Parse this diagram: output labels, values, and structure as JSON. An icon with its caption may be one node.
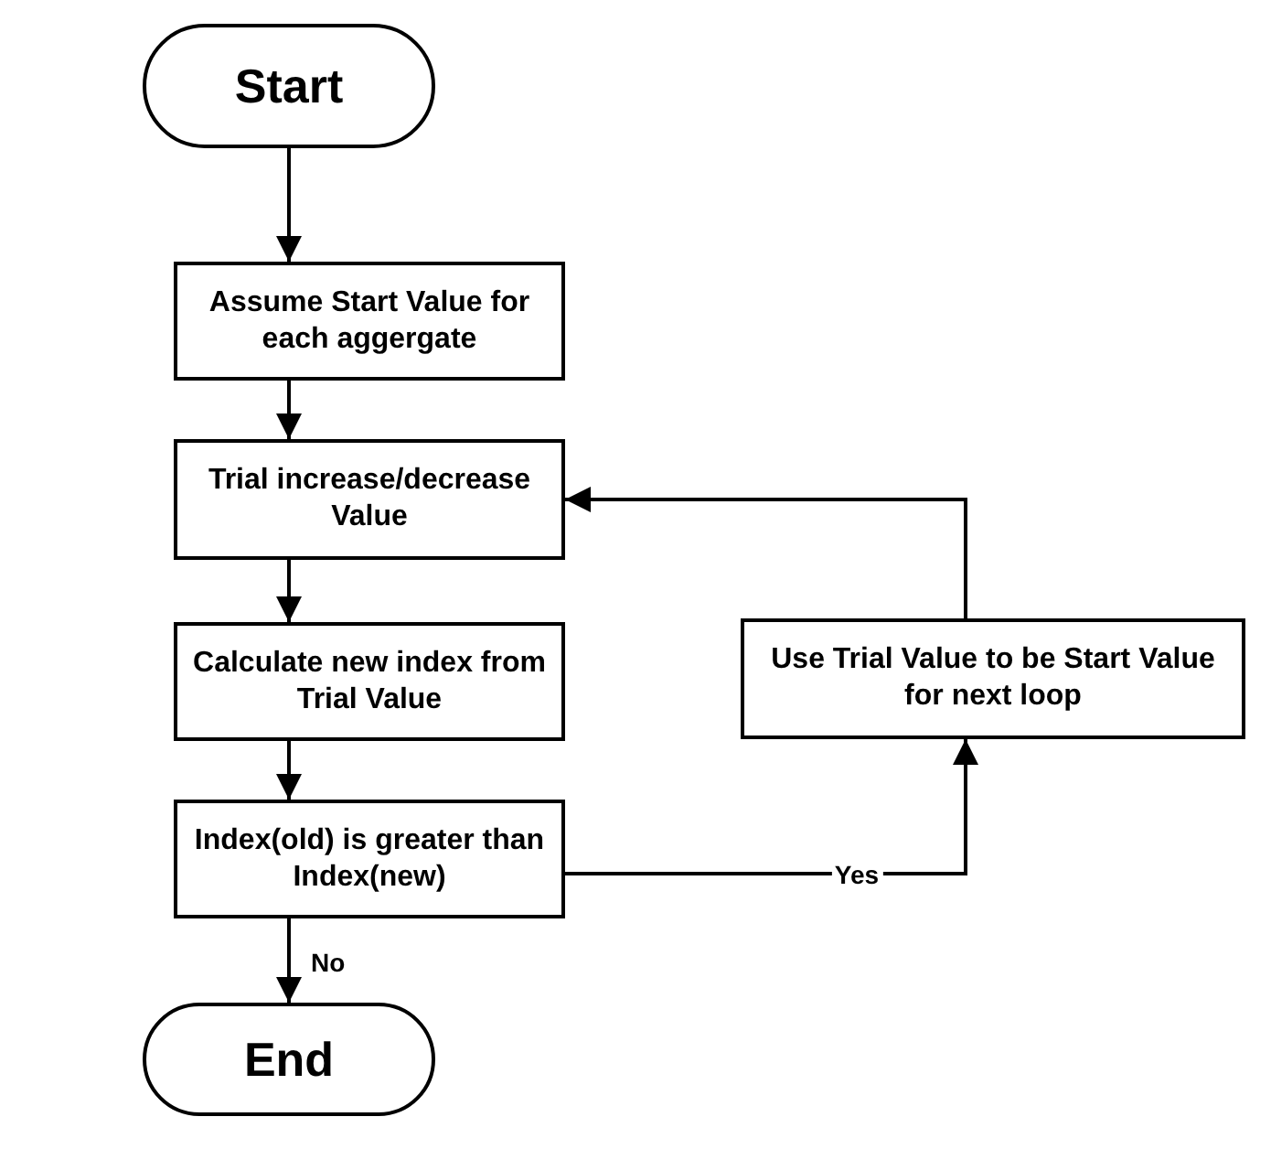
{
  "diagram": {
    "nodes": [
      {
        "text": [
          "Start"
        ]
      },
      {
        "text": [
          "Assume Start Value for each aggergate"
        ]
      },
      {
        "text": [
          "Trial increase/decrease Value"
        ]
      },
      {
        "text": [
          "Calculate new index from Trial Value"
        ]
      },
      {
        "text": [
          "Index(old) is greater than Index(new)"
        ]
      },
      {
        "text": [
          "Use Trial Value to be Start Value for next loop"
        ]
      },
      {
        "text": [
          "End"
        ]
      }
    ],
    "edges": [
      {
        "from": 0,
        "to": 1,
        "arrow": "to"
      },
      {
        "from": 1,
        "to": 2,
        "arrow": "to"
      },
      {
        "from": 2,
        "to": 3,
        "arrow": "to"
      },
      {
        "from": 3,
        "to": 4,
        "arrow": "to"
      },
      {
        "from": 4,
        "to": 5,
        "arrow": "to",
        "label": "Yes"
      },
      {
        "from": 5,
        "to": 2,
        "arrow": "to"
      },
      {
        "from": 4,
        "to": 6,
        "arrow": "to",
        "label": "No"
      }
    ]
  }
}
